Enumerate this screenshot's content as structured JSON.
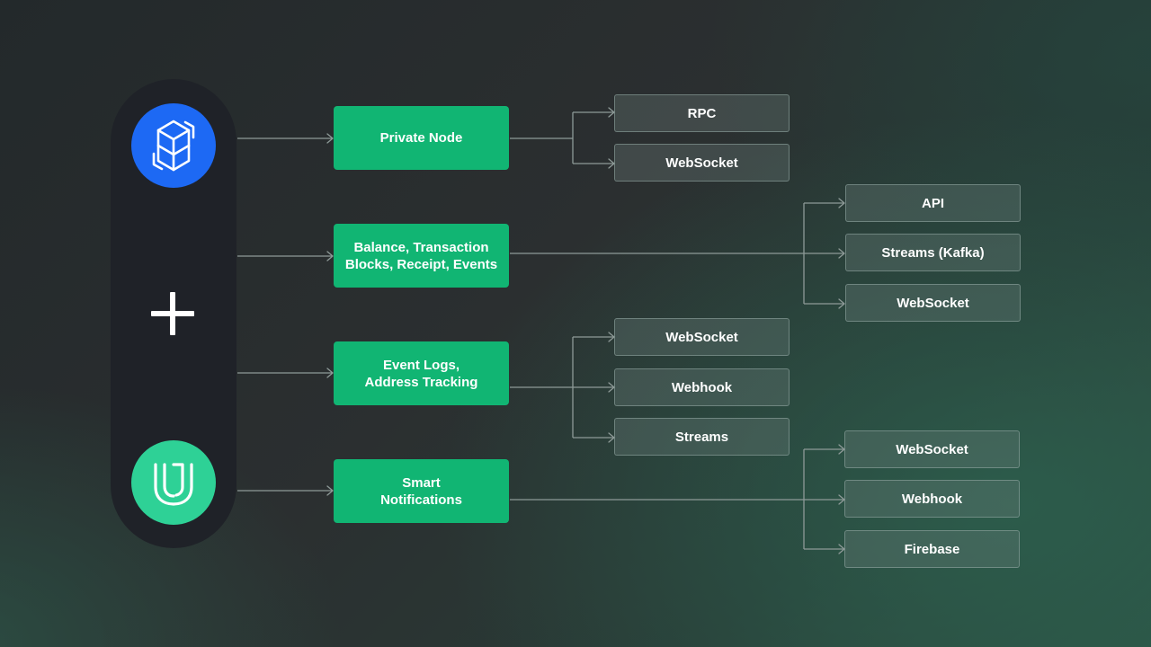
{
  "logos": [
    {
      "name": "fantom-logo",
      "color": "#1d69f4"
    },
    {
      "name": "unmarshal-logo",
      "color": "#2ed196"
    }
  ],
  "plus_symbol": "+",
  "colors": {
    "feature_box": "#11b573",
    "pill": "#1f2228",
    "connector": "#8e9a98"
  },
  "features": [
    {
      "lines": [
        "Private Node"
      ],
      "outputs": [
        "RPC",
        "WebSocket"
      ]
    },
    {
      "lines": [
        "Balance, Transaction",
        "Blocks, Receipt, Events"
      ],
      "outputs": [
        "API",
        "Streams (Kafka)",
        "WebSocket"
      ]
    },
    {
      "lines": [
        "Event Logs,",
        "Address Tracking"
      ],
      "outputs": [
        "WebSocket",
        "Webhook",
        "Streams"
      ]
    },
    {
      "lines": [
        "Smart",
        "Notifications"
      ],
      "outputs": [
        "WebSocket",
        "Webhook",
        "Firebase"
      ]
    }
  ]
}
